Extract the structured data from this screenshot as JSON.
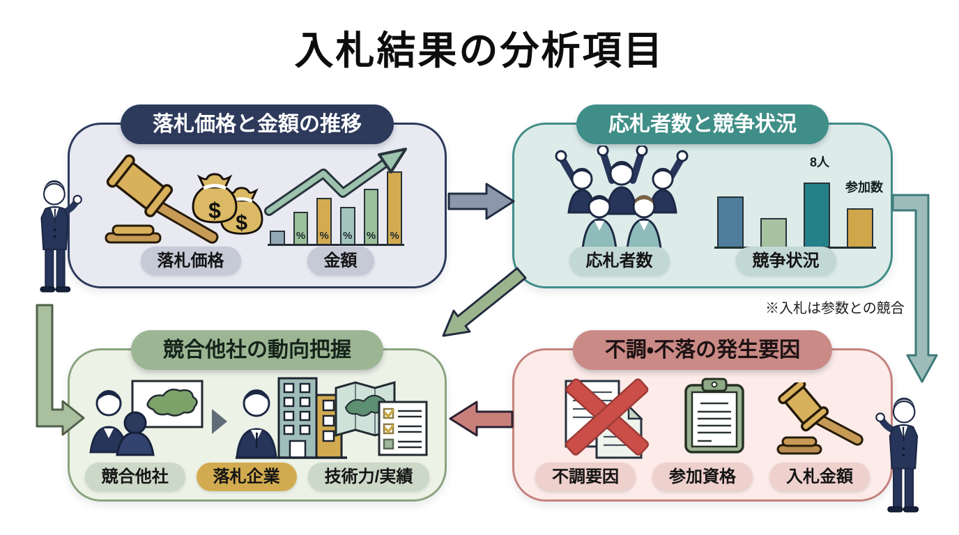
{
  "title": "入札結果の分析項目",
  "note": "※入札は参数との競合",
  "symbols": {
    "dollar": "$",
    "percent": "%"
  },
  "quadrants": {
    "price_trend": {
      "header": "落札価格と金額の推移",
      "labels": [
        "落札価格",
        "金額"
      ]
    },
    "bidders": {
      "header": "応札者数と競争状況",
      "labels": [
        "応札者数",
        "競争状況"
      ],
      "annotations": {
        "count": "8人",
        "participants": "参加数"
      }
    },
    "competitors": {
      "header": "競合他社の動向把握",
      "labels": [
        "競合他社",
        "落札企業",
        "技術力/実績"
      ]
    },
    "failure": {
      "header": "不調・不落の発生要因",
      "labels": [
        "不調要因",
        "参加資格",
        "入札金額"
      ]
    }
  },
  "icons": {
    "gavel": "gavel-icon",
    "money_bags": "money-bags-icon",
    "rising_chart": "rising-bar-chart-icon",
    "bidders_crowd": "raised-hands-crowd-icon",
    "participation_chart": "participation-bar-chart-icon",
    "competitor_meeting": "people-with-map-icon",
    "winning_company": "businessman-buildings-icon",
    "capability_check": "map-checklist-icon",
    "failed_documents": "crossed-documents-icon",
    "qualification": "clipboard-icon",
    "bid_amount": "gavel-icon",
    "presenters": "businessman-presenter-icon"
  },
  "colors": {
    "navy": "#2d3a5c",
    "teal": "#3f8e88",
    "sage": "#9cb694",
    "rose": "#ca8a85",
    "gold": "#d2ab50",
    "arrow_blue": "#8c97ab",
    "arrow_green": "#9cb48d",
    "arrow_pink": "#c9807b",
    "arrow_teal": "#9dbcba",
    "cross_red": "#cb4e49"
  },
  "chart_data": [
    {
      "type": "bar",
      "values": [
        6.3,
        3.6,
        8,
        4.8
      ],
      "unit": "人",
      "labeled_value": 8,
      "bar_colors": [
        "#4f7d9c",
        "#a7c2a0",
        "#24818a",
        "#d0a64b"
      ],
      "annotations": [
        "",
        "",
        "8人",
        "参加数"
      ]
    },
    {
      "type": "bar",
      "values": [
        15,
        36,
        52,
        42,
        62,
        82
      ],
      "bar_colors": [
        "#93a9b6",
        "#9cc09b",
        "#d4ab50",
        "#a3c4bc",
        "#9cc09b",
        "#d4ab50"
      ],
      "bar_labels": [
        "",
        "%",
        "%",
        "%",
        "%",
        "%"
      ]
    }
  ]
}
